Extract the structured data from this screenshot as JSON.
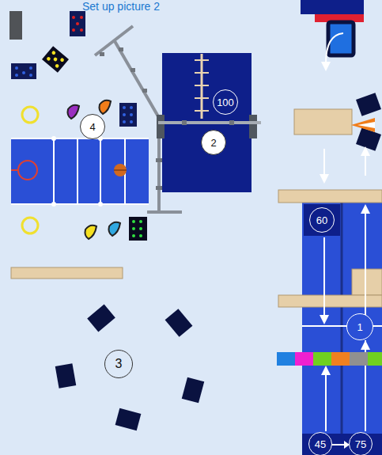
{
  "diagram": {
    "title": "Set up picture 2",
    "labels": [
      "4",
      "2",
      "100",
      "60",
      "1",
      "3",
      "45",
      "75"
    ]
  }
}
